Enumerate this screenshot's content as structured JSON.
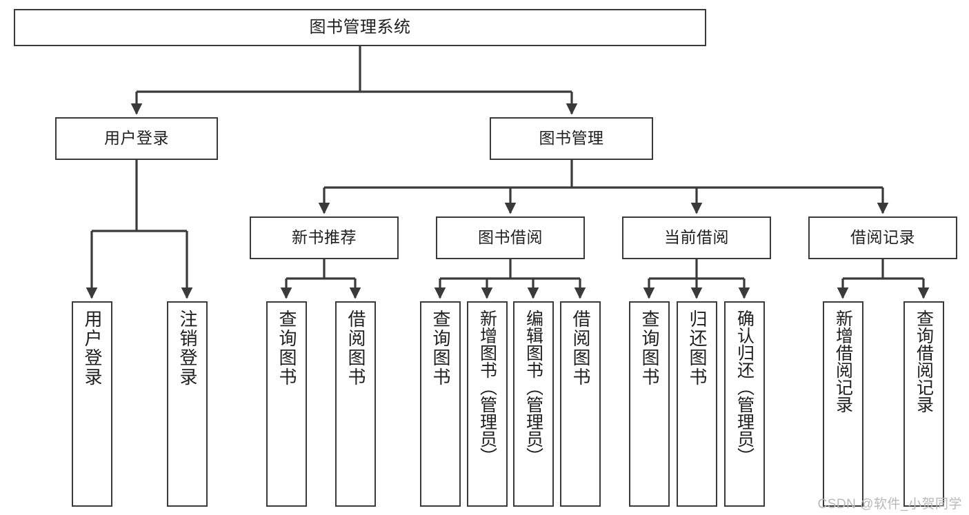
{
  "diagram": {
    "title_node": {
      "id": "root",
      "label": "图书管理系统"
    },
    "level2": [
      {
        "id": "user-login",
        "label": "用户登录"
      },
      {
        "id": "book-manage",
        "label": "图书管理"
      }
    ],
    "level3": [
      {
        "id": "new-book-rec",
        "label": "新书推荐"
      },
      {
        "id": "book-borrow",
        "label": "图书借阅"
      },
      {
        "id": "current-borrow",
        "label": "当前借阅"
      },
      {
        "id": "borrow-record",
        "label": "借阅记录"
      }
    ],
    "leaves": [
      {
        "id": "leaf-user-login",
        "label": "用户登录",
        "parent": "user-login"
      },
      {
        "id": "leaf-logout",
        "label": "注销登录",
        "parent": "user-login"
      },
      {
        "id": "leaf-query-book-1",
        "label": "查询图书",
        "parent": "new-book-rec"
      },
      {
        "id": "leaf-borrow-book-1",
        "label": "借阅图书",
        "parent": "new-book-rec"
      },
      {
        "id": "leaf-query-book-2",
        "label": "查询图书",
        "parent": "book-borrow"
      },
      {
        "id": "leaf-add-book",
        "label": "新增图书（管理员）",
        "parent": "book-borrow"
      },
      {
        "id": "leaf-edit-book",
        "label": "编辑图书（管理员）",
        "parent": "book-borrow"
      },
      {
        "id": "leaf-borrow-book-2",
        "label": "借阅图书",
        "parent": "book-borrow"
      },
      {
        "id": "leaf-query-book-3",
        "label": "查询图书",
        "parent": "current-borrow"
      },
      {
        "id": "leaf-return-book",
        "label": "归还图书",
        "parent": "current-borrow"
      },
      {
        "id": "leaf-confirm-return",
        "label": "确认归还（管理员）",
        "parent": "current-borrow"
      },
      {
        "id": "leaf-add-record",
        "label": "新增借阅记录",
        "parent": "borrow-record"
      },
      {
        "id": "leaf-query-record",
        "label": "查询借阅记录",
        "parent": "borrow-record"
      }
    ],
    "watermark": "CSDN @软件_小贺同学",
    "colors": {
      "stroke": "#3a3a3a",
      "text": "#1f1f1f",
      "background": "#ffffff",
      "watermark": "#b9b9b9"
    }
  }
}
